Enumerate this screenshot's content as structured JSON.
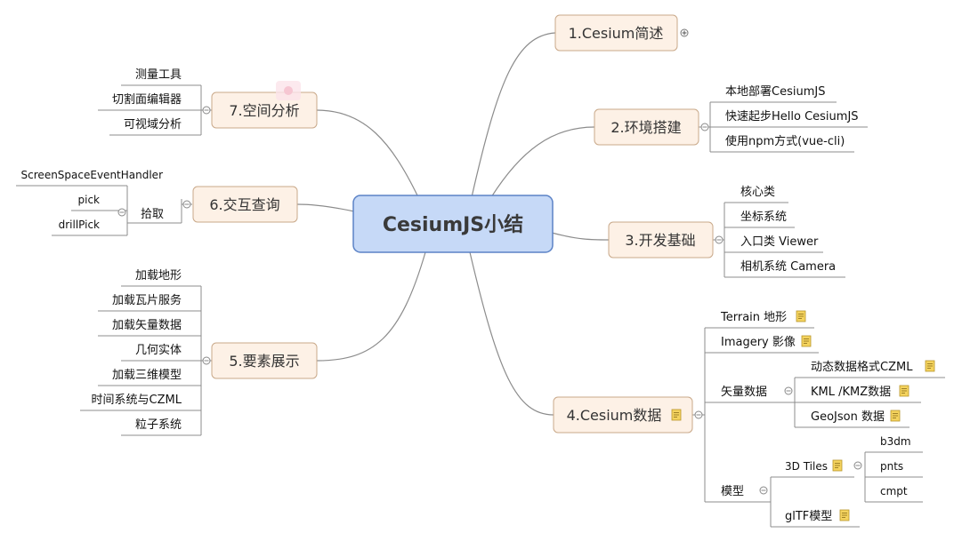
{
  "root": "CesiumJS小结",
  "branches": {
    "b1": {
      "label": "1.Cesium简述"
    },
    "b2": {
      "label": "2.环境搭建",
      "items": [
        "本地部署CesiumJS",
        "快速起步Hello CesiumJS",
        "使用npm方式(vue-cli)"
      ]
    },
    "b3": {
      "label": "3.开发基础",
      "items": [
        "核心类",
        "坐标系统",
        "入口类 Viewer",
        "相机系统 Camera"
      ]
    },
    "b4": {
      "label": "4.Cesium数据",
      "terrain": "Terrain 地形",
      "imagery": "Imagery 影像",
      "vector": {
        "label": "矢量数据",
        "items": [
          "动态数据格式CZML",
          "KML /KMZ数据",
          "GeoJson 数据"
        ]
      },
      "model": {
        "label": "模型",
        "tiles": {
          "label": "3D Tiles",
          "items": [
            "b3dm",
            "pnts",
            "cmpt"
          ]
        },
        "gltf": "glTF模型"
      }
    },
    "b5": {
      "label": "5.要素展示",
      "items": [
        "加载地形",
        "加载瓦片服务",
        "加载矢量数据",
        "几何实体",
        "加载三维模型",
        "时间系统与CZML",
        "粒子系统"
      ]
    },
    "b6": {
      "label": "6.交互查询",
      "pick": {
        "label": "拾取",
        "items": [
          "ScreenSpaceEventHandler",
          "pick",
          "drillPick"
        ]
      }
    },
    "b7": {
      "label": "7.空间分析",
      "items": [
        "测量工具",
        "切割面编辑器",
        "可视域分析"
      ]
    }
  },
  "colors": {
    "root_fill": "#c6d9f7",
    "root_stroke": "#5b82c6",
    "topic_fill": "#fdf1e6",
    "topic_stroke": "#c9a98a",
    "line": "#8c8c8c",
    "note": "#e8c547"
  }
}
